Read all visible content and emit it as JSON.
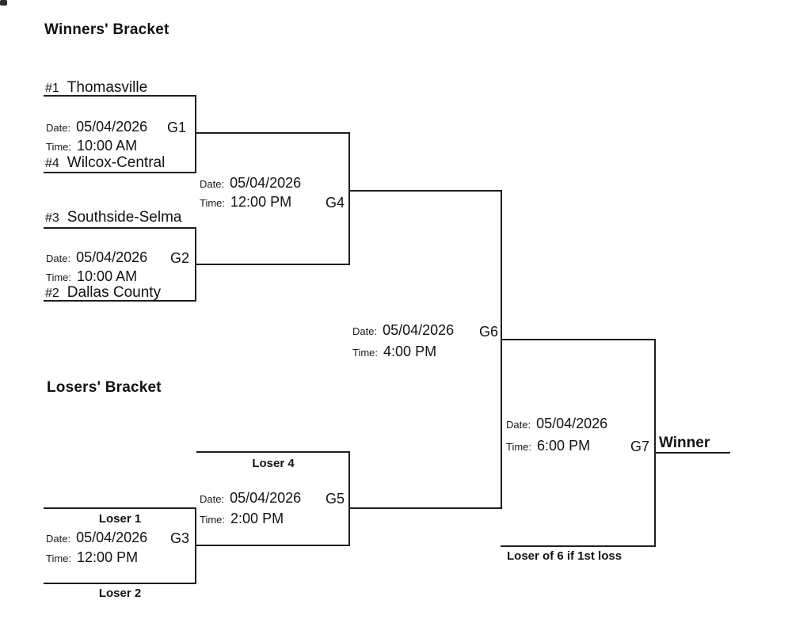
{
  "titles": {
    "winners": "Winners' Bracket",
    "losers": "Losers' Bracket"
  },
  "labels": {
    "date": "Date:",
    "time": "Time:"
  },
  "colors": {
    "background": "#ffffff",
    "ink": "#1e1e1e"
  },
  "games": {
    "g1": {
      "id": "G1",
      "date": "05/04/2026",
      "time": "10:00 AM",
      "top_seed": "#1",
      "top_team": "Thomasville",
      "bottom_seed": "#4",
      "bottom_team": "Wilcox-Central"
    },
    "g2": {
      "id": "G2",
      "date": "05/04/2026",
      "time": "10:00 AM",
      "top_seed": "#3",
      "top_team": "Southside-Selma",
      "bottom_seed": "#2",
      "bottom_team": "Dallas County"
    },
    "g3": {
      "id": "G3",
      "date": "05/04/2026",
      "time": "12:00 PM",
      "top_entrant": "Loser 1",
      "bottom_entrant": "Loser 2"
    },
    "g4": {
      "id": "G4",
      "date": "05/04/2026",
      "time": "12:00 PM"
    },
    "g5": {
      "id": "G5",
      "date": "05/04/2026",
      "time": "2:00 PM",
      "top_entrant": "Loser 4"
    },
    "g6": {
      "id": "G6",
      "date": "05/04/2026",
      "time": "4:00 PM"
    },
    "g7": {
      "id": "G7",
      "date": "05/04/2026",
      "time": "6:00 PM",
      "bottom_entrant_note": "Loser of 6 if 1st loss",
      "result_label": "Winner"
    }
  }
}
